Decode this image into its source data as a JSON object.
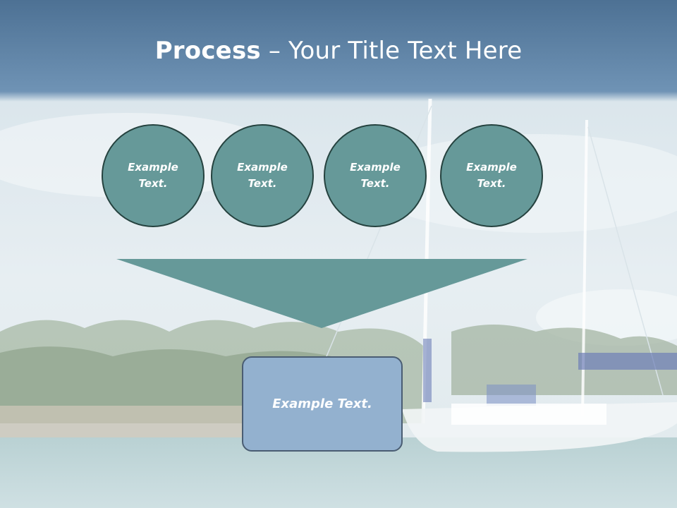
{
  "slide": {
    "title_bold": "Process",
    "title_rest": " – Your Title Text Here",
    "circles": [
      "Example Text.",
      "Example Text.",
      "Example Text.",
      "Example Text."
    ],
    "result_box": "Example Text."
  },
  "colors": {
    "header_band": "#5d83a6",
    "circle_fill": "#669999",
    "circle_border": "#25423f",
    "arrow_fill": "#669999",
    "box_fill": "#93b1cf",
    "box_border": "#4a5d73"
  }
}
